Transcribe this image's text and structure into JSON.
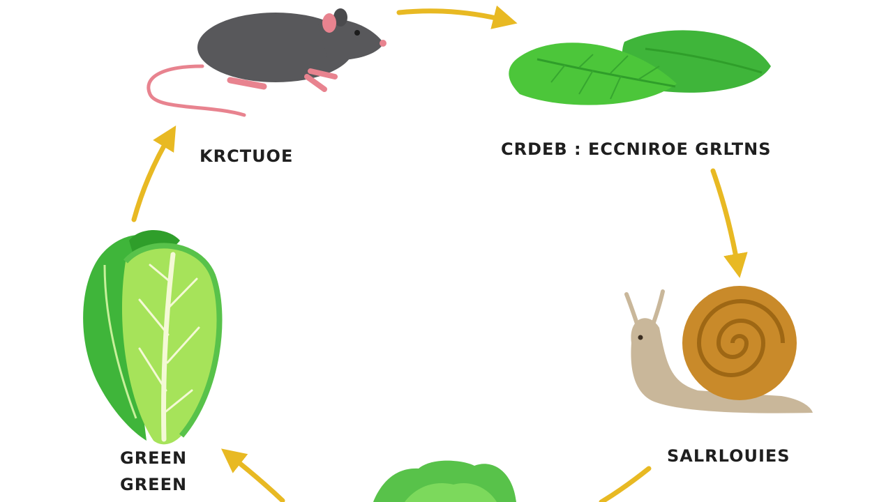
{
  "diagram": {
    "labels": {
      "mouse": "KRCTUOE",
      "greens": "CRDEB : ECCNIROE GRLTNS",
      "snail": "SALRLOUIES",
      "green_line_1": "GREEN",
      "green_line_2": "GREEN"
    },
    "colors": {
      "arrow": "#e8b923",
      "mouse_body": "#58585b",
      "mouse_pink": "#e8838f",
      "leaf_green": "#4cc63a",
      "leaf_vein": "#2f9e2a",
      "lettuce_light": "#a6e35a",
      "snail_shell": "#c98a2a",
      "snail_body": "#c9b79a"
    }
  }
}
